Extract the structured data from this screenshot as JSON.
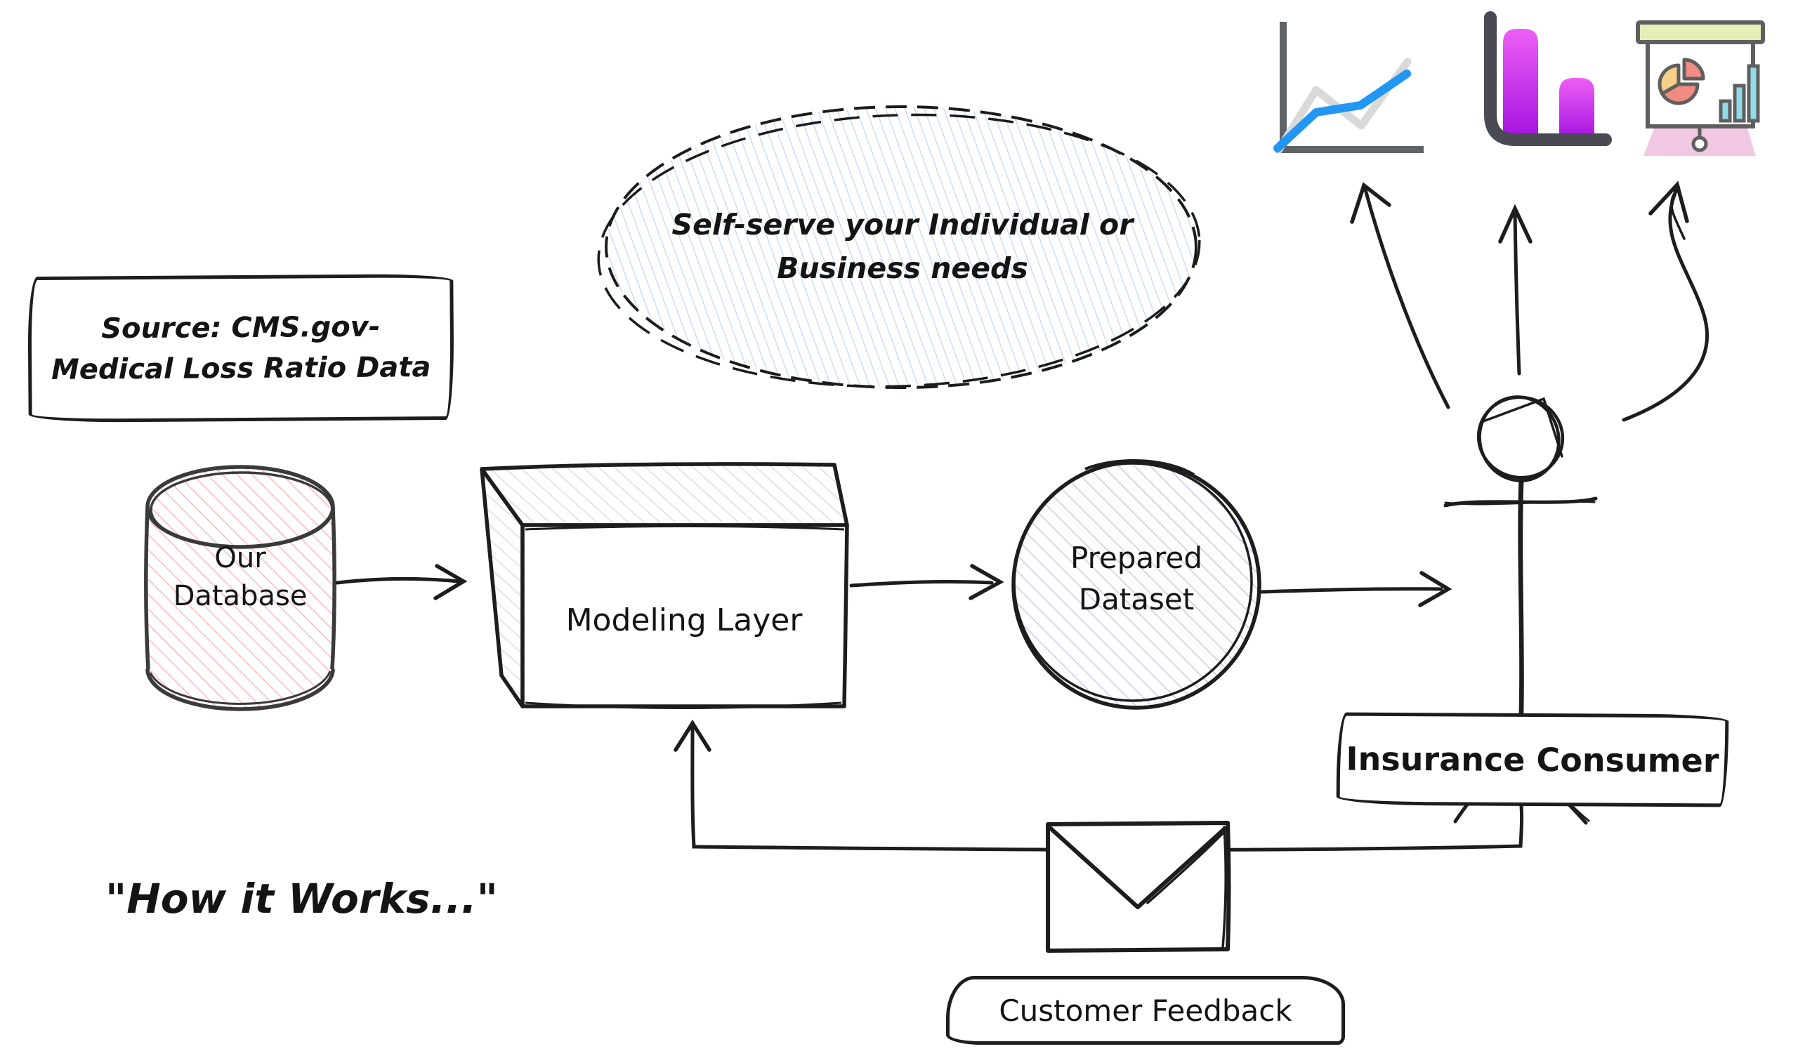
{
  "caption": "\"How it Works...\"",
  "nodes": {
    "source_note": {
      "text": "Source: CMS.gov-\nMedical Loss Ratio Data"
    },
    "self_serve_bubble": {
      "text": "Self-serve your Individual or\nBusiness needs"
    },
    "our_database": {
      "text": "Our\nDatabase"
    },
    "modeling_layer": {
      "text": "Modeling Layer"
    },
    "prepared_dataset": {
      "text": "Prepared\nDataset"
    },
    "insurance_consumer": {
      "text": "Insurance Consumer"
    },
    "customer_feedback": {
      "text": "Customer Feedback"
    }
  },
  "icons": [
    {
      "name": "line-chart-icon",
      "colors": {
        "axis": "#5f6368",
        "line": "#2196f3",
        "shadow_line": "#d9d9d9"
      }
    },
    {
      "name": "bar-chart-icon",
      "colors": {
        "axis": "#4a4a55",
        "bar_gradient_top": "#ee5ff5",
        "bar_gradient_bottom": "#a312e0"
      }
    },
    {
      "name": "presentation-chart-icon",
      "colors": {
        "header": "#e5eeb5",
        "base": "#f0c8e3",
        "outline": "#5f5f5f",
        "pie_yellow": "#f6cf88",
        "pie_red": "#f28b82",
        "bars": "#90dbe8"
      }
    }
  ],
  "edges": [
    {
      "from": "our_database",
      "to": "modeling_layer"
    },
    {
      "from": "modeling_layer",
      "to": "prepared_dataset"
    },
    {
      "from": "prepared_dataset",
      "to": "insurance_consumer"
    },
    {
      "from": "insurance_consumer",
      "to": "modeling_layer",
      "via": "customer_feedback_envelope"
    },
    {
      "from": "insurance_consumer",
      "to": "line-chart-icon"
    },
    {
      "from": "insurance_consumer",
      "to": "bar-chart-icon"
    },
    {
      "from": "insurance_consumer",
      "to": "presentation-chart-icon"
    }
  ],
  "styles": {
    "ink": "#1d1d1d",
    "db_hatch": "#ffbdbd",
    "bubble_hatch": "#c5d7f5",
    "dataset_hatch": "#d5c5e8",
    "gray_hatch": "#d8d8d8"
  }
}
